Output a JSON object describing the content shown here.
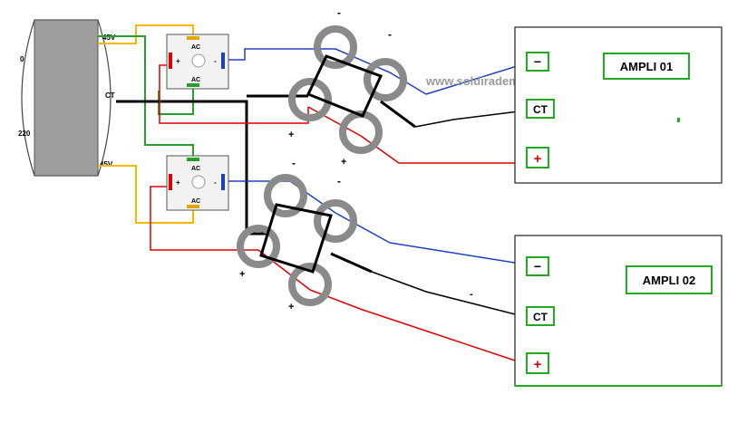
{
  "transformer": {
    "primary_labels": [
      "0",
      "220"
    ],
    "secondary_labels": [
      "45V",
      "CT",
      "45V"
    ]
  },
  "bridges": [
    {
      "ac_top": "AC",
      "ac_bottom": "AC",
      "plus": "+",
      "minus": "-"
    },
    {
      "ac_top": "AC",
      "ac_bottom": "AC",
      "plus": "+",
      "minus": "-"
    }
  ],
  "watermark": "www.soldiradem.com",
  "amplifiers": [
    {
      "name": "AMPLI 01",
      "terminal_minus": "−",
      "terminal_ct": "CT",
      "terminal_plus": "+"
    },
    {
      "name": "AMPLI 02",
      "terminal_minus": "−",
      "terminal_ct": "CT",
      "terminal_plus": "+"
    }
  ],
  "capacitor_marks": {
    "plus": "+",
    "minus": "-"
  },
  "colors": {
    "positive_wire": "#e00000",
    "negative_wire": "#2040c0",
    "ac_wire_yellow": "#f5b800",
    "ac_wire_green": "#2a9d2a",
    "ground_wire": "#000000",
    "capacitor_ring": "#8a8a8a",
    "transformer_core": "#9e9e9e",
    "ampli_label_border": "#22aa22"
  }
}
